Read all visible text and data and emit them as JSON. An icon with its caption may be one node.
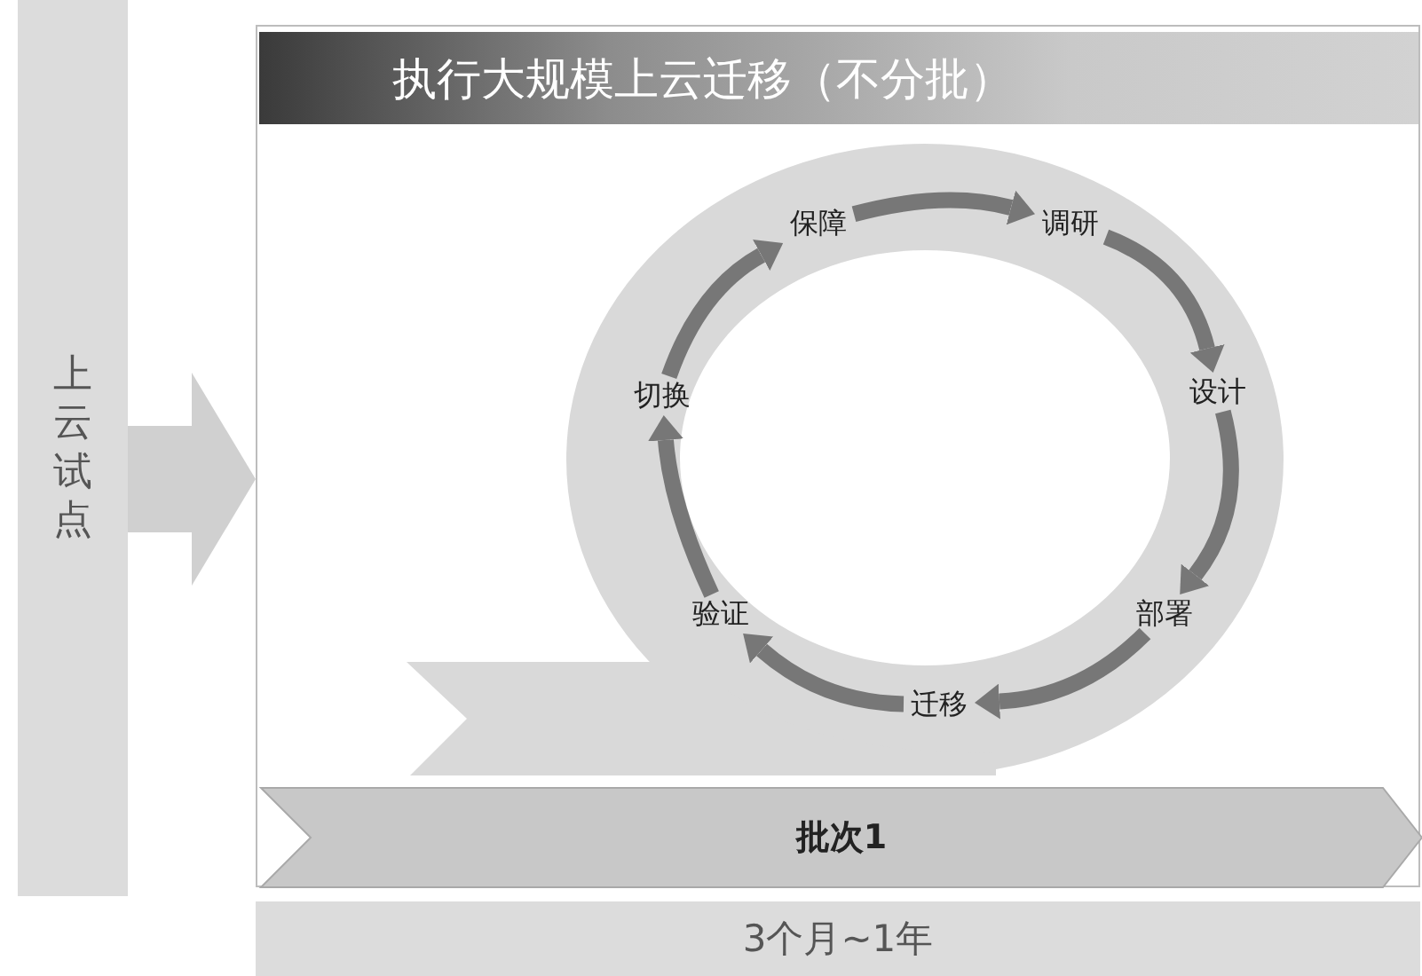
{
  "diagram": {
    "nodes": [
      {
        "text": [
          "上云试点"
        ]
      },
      {
        "text": [
          "执行大规模上云迁移（不分批）"
        ]
      },
      {
        "text": [
          "保障"
        ],
        "in": 1
      },
      {
        "text": [
          "调研"
        ],
        "in": 1
      },
      {
        "text": [
          "设计"
        ],
        "in": 1
      },
      {
        "text": [
          "部署"
        ],
        "in": 1
      },
      {
        "text": [
          "迁移"
        ],
        "in": 1
      },
      {
        "text": [
          "验证"
        ],
        "in": 1
      },
      {
        "text": [
          "切换"
        ],
        "in": 1
      },
      {
        "text": [
          "批次1"
        ],
        "in": 1
      },
      {
        "text": [
          "3个月~1年"
        ]
      }
    ],
    "edges": [
      {
        "from": 0,
        "to": 1,
        "arrow": "to",
        "style": "thick",
        "color": "#d0d0d0"
      },
      {
        "from": 2,
        "to": 3,
        "arrow": "to"
      },
      {
        "from": 3,
        "to": 4,
        "arrow": "to"
      },
      {
        "from": 4,
        "to": 5,
        "arrow": "to"
      },
      {
        "from": 5,
        "to": 6,
        "arrow": "to"
      },
      {
        "from": 6,
        "to": 7,
        "arrow": "to"
      },
      {
        "from": 7,
        "to": 8,
        "arrow": "to"
      },
      {
        "from": 8,
        "to": 2,
        "arrow": "to"
      }
    ]
  }
}
